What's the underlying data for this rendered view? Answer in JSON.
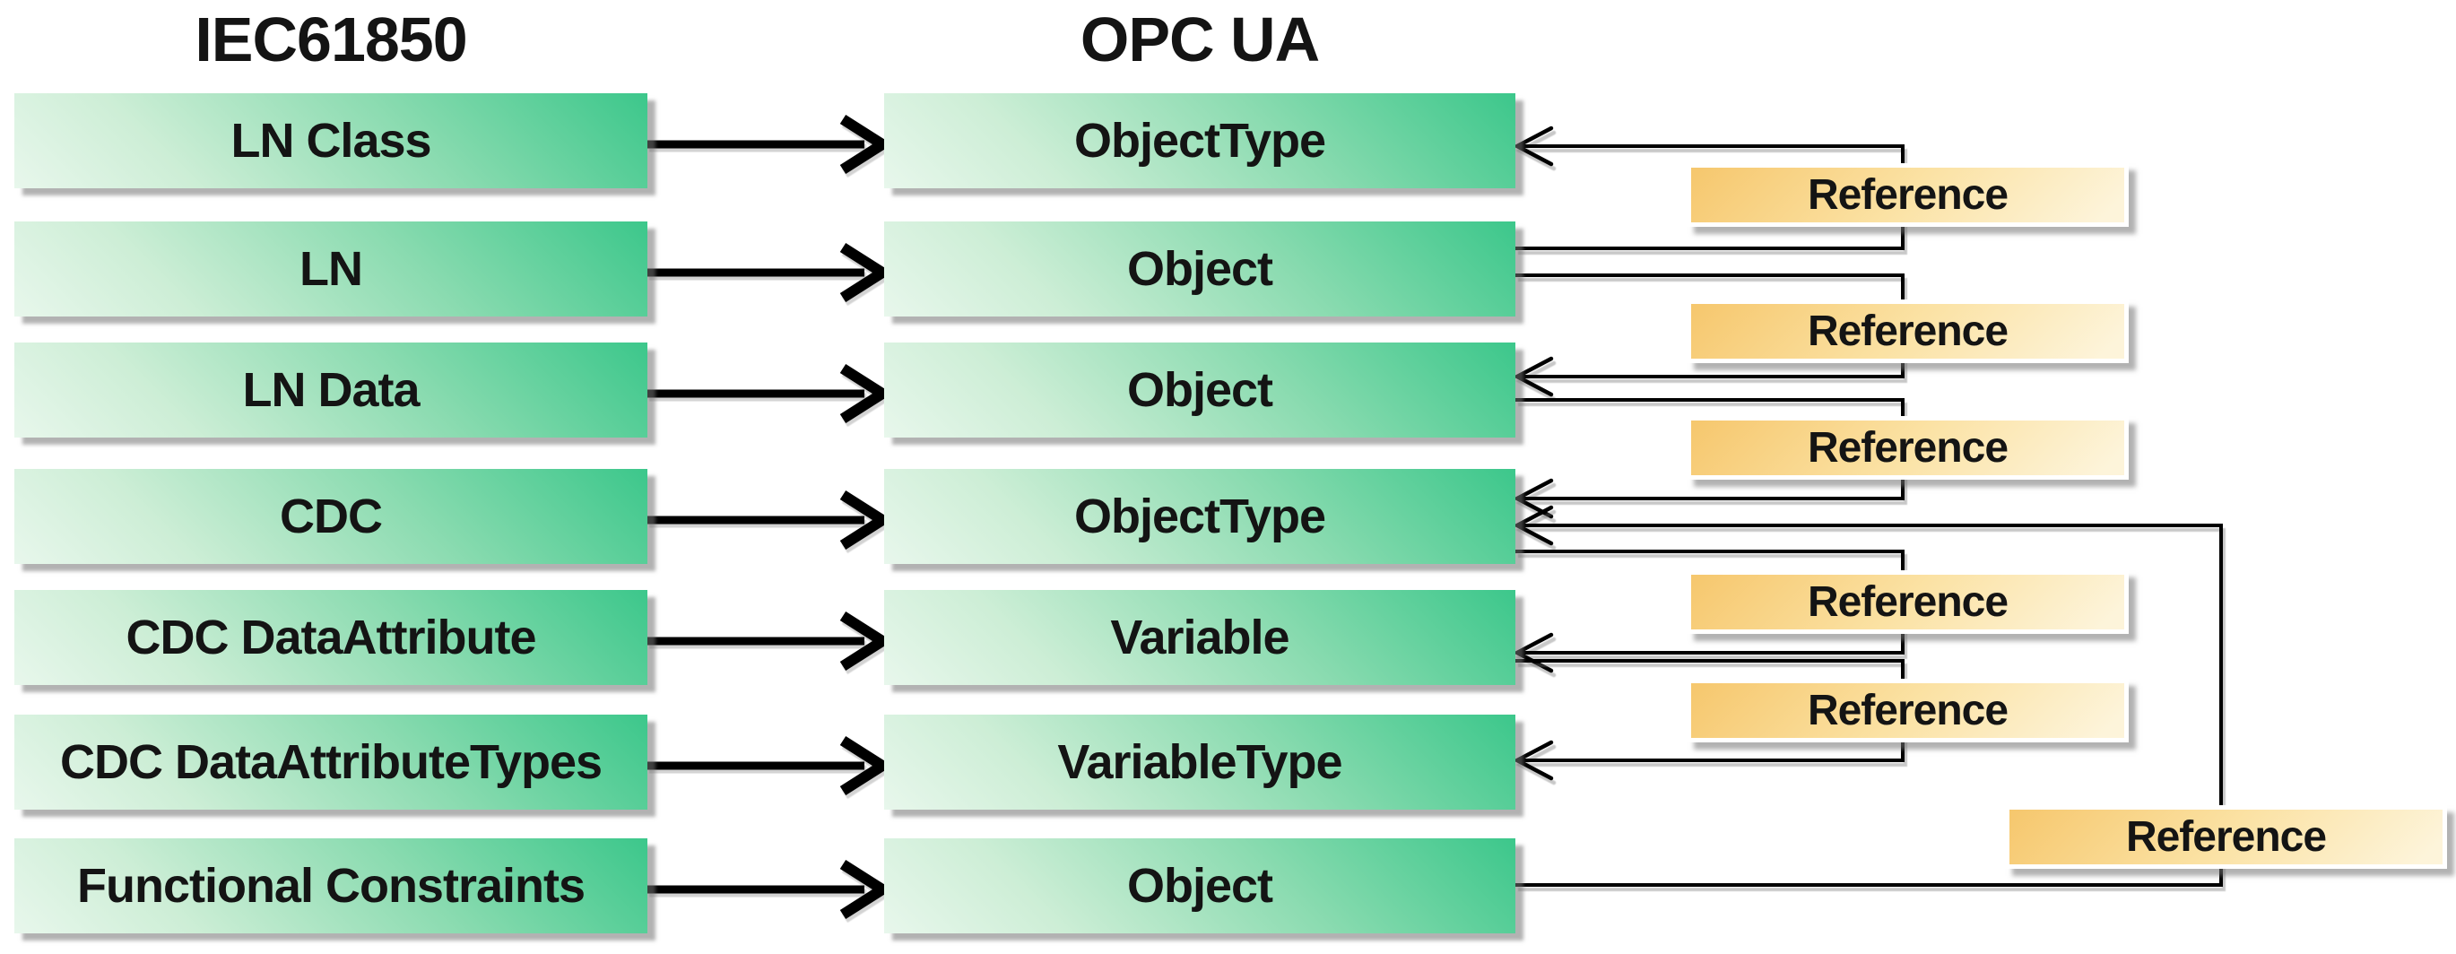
{
  "diagram": {
    "titles": {
      "left": "IEC61850",
      "right": "OPC UA"
    },
    "rows": [
      {
        "left": "LN Class",
        "right": "ObjectType"
      },
      {
        "left": "LN",
        "right": "Object"
      },
      {
        "left": "LN Data",
        "right": "Object"
      },
      {
        "left": "CDC",
        "right": "ObjectType"
      },
      {
        "left": "CDC DataAttribute",
        "right": "Variable"
      },
      {
        "left": "CDC DataAttributeTypes",
        "right": "VariableType"
      },
      {
        "left": "Functional Constraints",
        "right": "Object"
      }
    ],
    "references": [
      {
        "label": "Reference",
        "from_row": 2,
        "to_row": 1
      },
      {
        "label": "Reference",
        "from_row": 2,
        "to_row": 3
      },
      {
        "label": "Reference",
        "from_row": 3,
        "to_row": 4
      },
      {
        "label": "Reference",
        "from_row": 4,
        "to_row": 5
      },
      {
        "label": "Reference",
        "from_row": 5,
        "to_row": 6
      },
      {
        "label": "Reference",
        "from_row": 7,
        "to_row": 4
      }
    ]
  },
  "colors": {
    "green_strong": "#3cc78b",
    "green_pale": "#e8f7ec",
    "orange_strong": "#f6c76d",
    "orange_pale": "#fdf4da",
    "line": "#000000",
    "text": "#141414",
    "box_border": "#ffffff"
  }
}
